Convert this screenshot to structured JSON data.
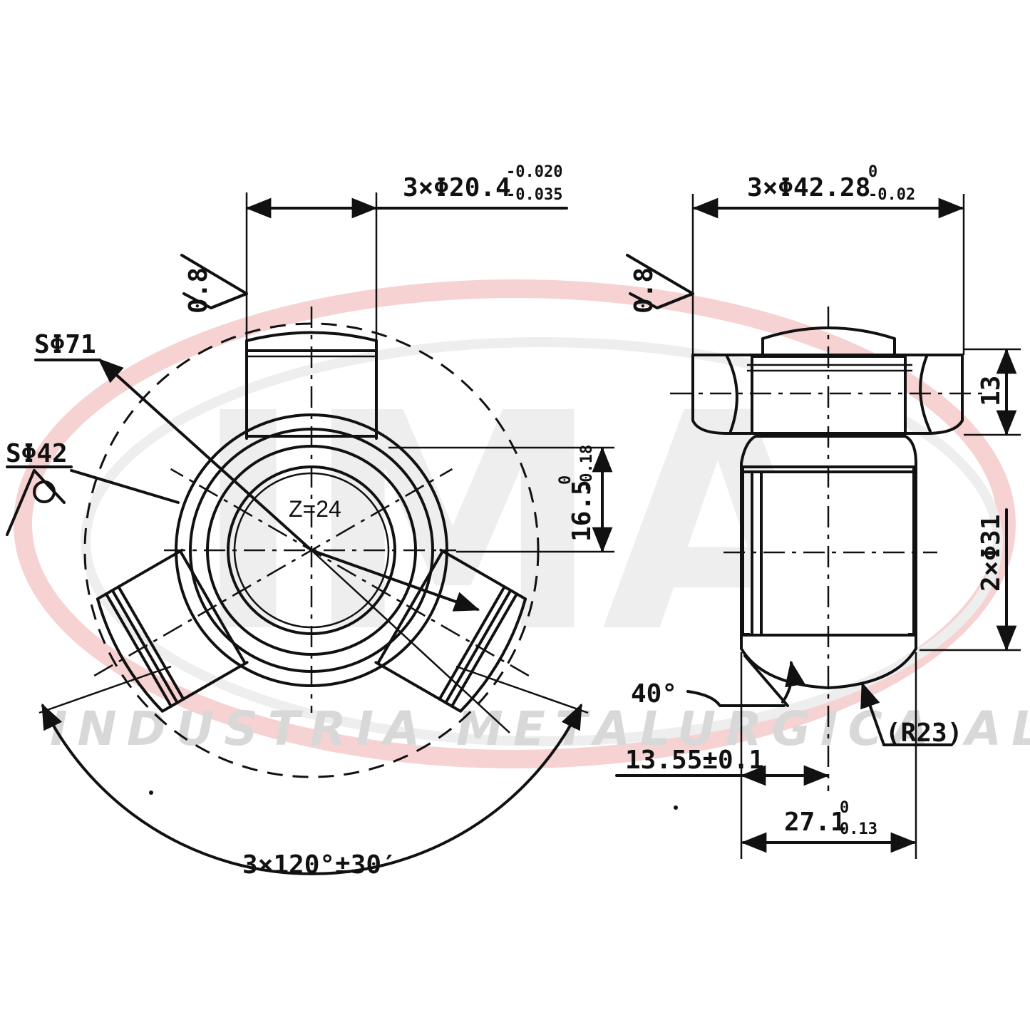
{
  "watermark": {
    "logo_letters": "IMA",
    "tagline": "INDUSTRIA METALURGICA ALLI",
    "swoosh_color": "#f3c9c9"
  },
  "labels": {
    "pin_diameter": "3×Φ20.4",
    "pin_diameter_upper": "-0.020",
    "pin_diameter_lower": "-0.035",
    "roughness_left": "0.8",
    "sphere_71": "SΦ71",
    "sphere_42": "SΦ42",
    "spline": "Z=24",
    "offset": "16.5",
    "offset_upper": "0",
    "offset_lower": "-0.18",
    "angle": "3×120°±30′",
    "roller_diameter": "3×Φ42.28",
    "roller_upper": "0",
    "roller_lower": "-0.02",
    "roughness_right": "0.8",
    "roller_width": "13",
    "bore": "2×Φ31",
    "chamfer": "40°",
    "radius": "(R23)",
    "half_length": "13.55±0.1",
    "length": "27.1",
    "length_upper": "0",
    "length_lower": "0.13"
  },
  "colors": {
    "line": "#111111"
  }
}
